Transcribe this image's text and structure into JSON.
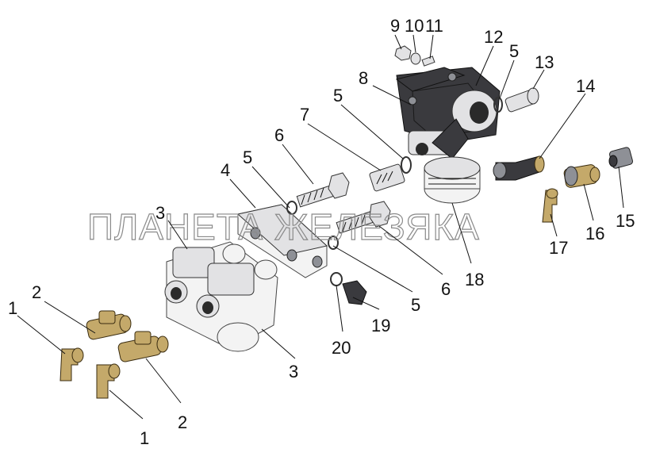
{
  "watermark": "ПЛАНЕТА ЖЕЛЕЗЯКА",
  "callouts": {
    "c1a": "1",
    "c1b": "1",
    "c2a": "2",
    "c2b": "2",
    "c3a": "3",
    "c3b": "3",
    "c4": "4",
    "c5a": "5",
    "c5b": "5",
    "c5c": "5",
    "c5d": "5",
    "c6a": "6",
    "c6b": "6",
    "c7": "7",
    "c8": "8",
    "c9": "9",
    "c10": "10",
    "c11": "11",
    "c12": "12",
    "c13": "13",
    "c14": "14",
    "c15": "15",
    "c16": "16",
    "c17": "17",
    "c18": "18",
    "c19": "19",
    "c20": "20"
  }
}
